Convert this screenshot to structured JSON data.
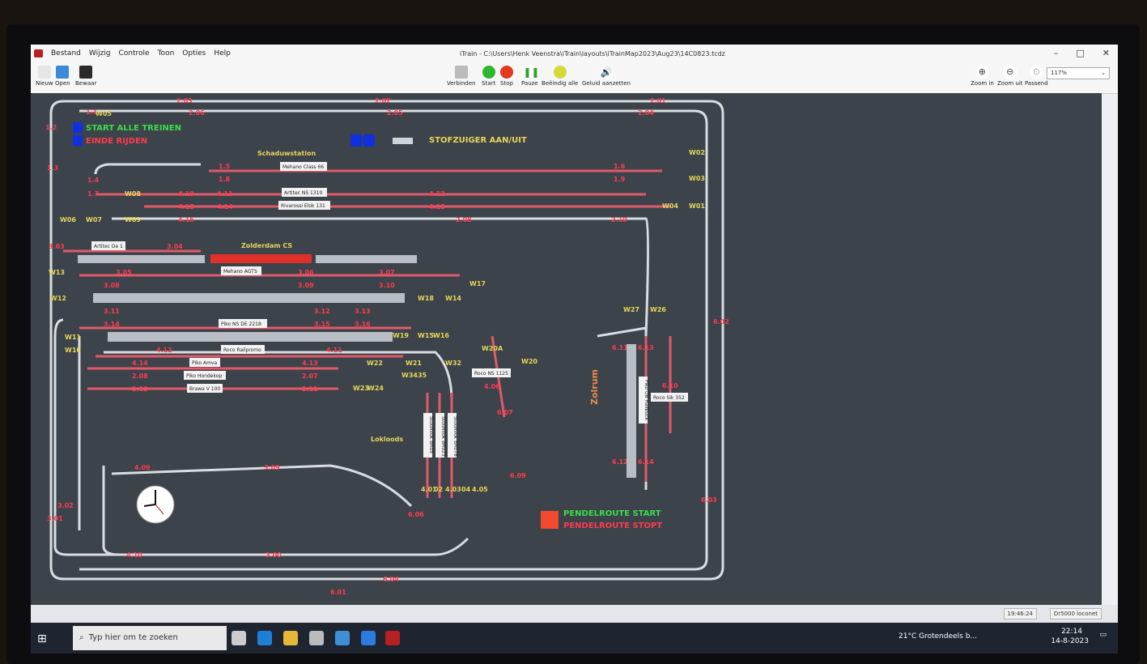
{
  "app": {
    "title": "iTrain - C:\\Users\\Henk Veenstra\\iTrain\\layouts\\iTrainMap2023\\Aug23\\14C0823.tcdz",
    "menu": [
      "Bestand",
      "Wijzig",
      "Controle",
      "Toon",
      "Opties",
      "Help"
    ]
  },
  "toolbar": {
    "left": [
      "Nieuw",
      "Open",
      "Bewaar"
    ],
    "verbinden": "Verbinden",
    "start": "Start",
    "stop": "Stop",
    "pauze": "Pauze",
    "beeindig": "Beëindig alle",
    "geluid": "Geluid aanzetten",
    "zoom_in": "Zoom in",
    "zoom_uit": "Zoom uit",
    "passend": "Passend",
    "zoom_value": "117%"
  },
  "layout": {
    "start_all": "START ALLE TREINEN",
    "end_driving": "EINDE RIJDEN",
    "vacuum": "STOFZUIGER AAN/UIT",
    "shadow_station": "Schaduwstation",
    "main_station": "Zolderdam CS",
    "depot": "Lokloods",
    "side_station": "Zolrum",
    "shuttle_start": "PENDELROUTE START",
    "shuttle_stop": "PENDELROUTE STOPT",
    "trains": [
      "Mehano Class 66",
      "Artitec NS 1310",
      "Rivarossi Elok 131",
      "Artitec De 1",
      "Mehano AGTS",
      "Piko NS DE 2218",
      "Roco Railpromo",
      "Piko Amva",
      "Piko Hondekop",
      "Brawa V 100",
      "Roco NS 1125",
      "Roco Sik 352",
      "Piko DB Railbuck",
      "Stoomlok BR05",
      "Stoomlok BR023",
      "Stoomlok BR078"
    ],
    "switches": [
      "W05",
      "W06",
      "W07",
      "W08",
      "W09",
      "W02",
      "W03",
      "W04",
      "W01",
      "W13",
      "W12",
      "W17",
      "W18",
      "W14",
      "W11",
      "W10",
      "W19",
      "W15",
      "W16",
      "W20A",
      "W20",
      "W22",
      "W21",
      "W32",
      "W3435",
      "W23",
      "W24",
      "W27",
      "W26"
    ],
    "blocks": [
      "1.1",
      "1.2",
      "1.3",
      "1.4",
      "1.7",
      "2.03",
      "2.02",
      "2.01",
      "2.06",
      "2.05",
      "2.04",
      "1.5",
      "1.6",
      "1.8",
      "1.9",
      "4.10",
      "4.11",
      "4.12",
      "4.13",
      "4.14",
      "4.15",
      "4.16",
      "2.08",
      "2.10",
      "3.03",
      "3.04",
      "3.05",
      "3.06",
      "3.07",
      "3.08",
      "3.09",
      "3.10",
      "3.11",
      "3.12",
      "3.13",
      "3.14",
      "3.15",
      "3.16",
      "4.12",
      "4.11",
      "4.14",
      "4.13",
      "2.08",
      "2.07",
      "2.12",
      "2.11",
      "4.06",
      "6.07",
      "6.11",
      "6.13",
      "6.10",
      "6.12",
      "6.14",
      "6.02",
      "6.03",
      "4.09",
      "3.09",
      "3.02",
      "3.01",
      "4.10",
      "3.00",
      "6.06",
      "6.09",
      "6.04",
      "6.01",
      "4.01",
      "02",
      "4.03",
      "04",
      "4.05"
    ]
  },
  "status": {
    "time": "19:46:24",
    "controller": "Dr5000 loconet"
  },
  "taskbar": {
    "search": "Typ hier om te zoeken",
    "weather": "21°C  Grotendeels b...",
    "clock_time": "22:14",
    "clock_date": "14-8-2023"
  },
  "colors": {
    "canvas": "#3d434a",
    "track": "#d9dde2",
    "track_red": "#e05a6a",
    "label_red": "#ff3b4f",
    "label_yellow": "#e6d65a",
    "label_green": "#3cdc4a",
    "blue": "#1030e0"
  }
}
